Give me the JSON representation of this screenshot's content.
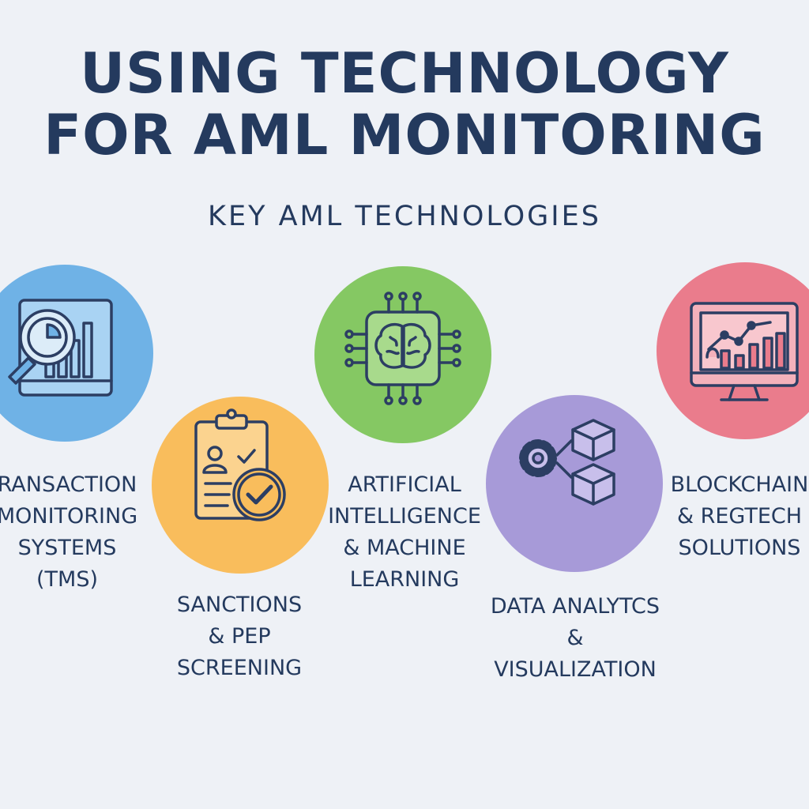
{
  "title": {
    "line1": "USING TECHNOLOGY",
    "line2": "FOR AML MONITORING"
  },
  "subtitle": "KEY AML TECHNOLOGIES",
  "colors": {
    "background": "#eef1f6",
    "text": "#243a5e",
    "icon_stroke": "#2c3e63",
    "blue": "#6fb2e6",
    "orange": "#f9bd5c",
    "green": "#85c863",
    "purple": "#a79ad8",
    "pink": "#ea7c8c"
  },
  "technologies": [
    {
      "icon": "magnifier-bar-chart-icon",
      "lines": [
        "RANSACTION",
        "MONITORING",
        "SYSTEMS",
        "(TMS)"
      ]
    },
    {
      "icon": "clipboard-check-icon",
      "lines": [
        "SANCTIONS",
        "& PEP",
        "SCREENING"
      ]
    },
    {
      "icon": "brain-chip-icon",
      "lines": [
        "ARTIFICIAL",
        "INTELLIGENCE",
        "& MACHINE",
        "LEARNING"
      ]
    },
    {
      "icon": "gear-cubes-icon",
      "lines": [
        "DATA ANALYTCS",
        "&",
        "VISUALIZATION"
      ]
    },
    {
      "icon": "monitor-chart-icon",
      "lines": [
        "BLOCKCHAIN",
        "& REGTECH",
        "SOLUTIONS"
      ]
    }
  ]
}
